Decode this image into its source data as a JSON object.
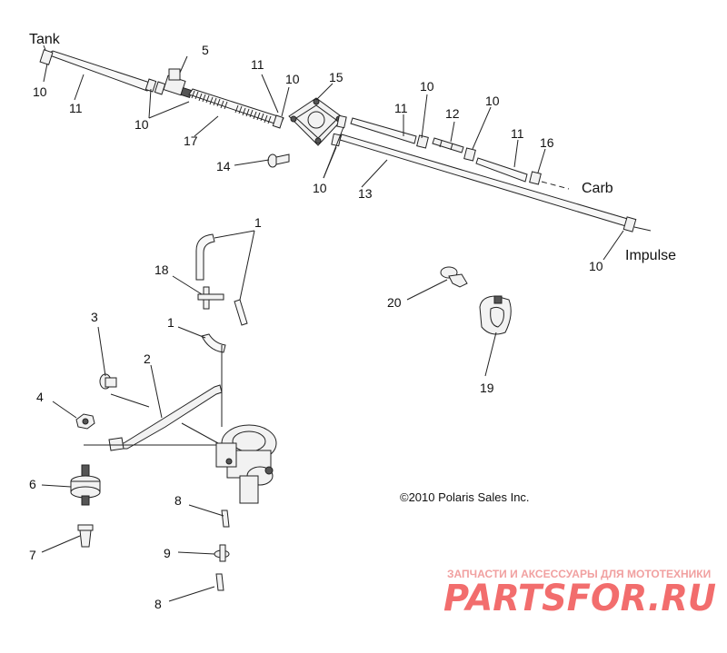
{
  "labels": {
    "tank": "Tank",
    "carb": "Carb",
    "impulse": "Impulse",
    "copyright": "©2010 Polaris Sales Inc.",
    "parts": {
      "p10a": "10",
      "p11a": "11",
      "p5": "5",
      "p10b": "10",
      "p17": "17",
      "p11b": "11",
      "p10c": "10",
      "p15": "15",
      "p14": "14",
      "p10d": "10",
      "p13": "13",
      "p11c": "11",
      "p10e": "10",
      "p12": "12",
      "p10f": "10",
      "p11d": "11",
      "p16": "16",
      "p10g": "10",
      "p1a": "1",
      "p18": "18",
      "p1b": "1",
      "p3": "3",
      "p2": "2",
      "p4": "4",
      "p6": "6",
      "p7": "7",
      "p8a": "8",
      "p9": "9",
      "p8b": "8",
      "p20": "20",
      "p19": "19"
    }
  },
  "watermark": {
    "tagline": "ЗАПЧАСТИ И АКСЕССУАРЫ ДЛЯ МОТОТЕХНИКИ",
    "brand": "PARTSFOR.RU"
  }
}
